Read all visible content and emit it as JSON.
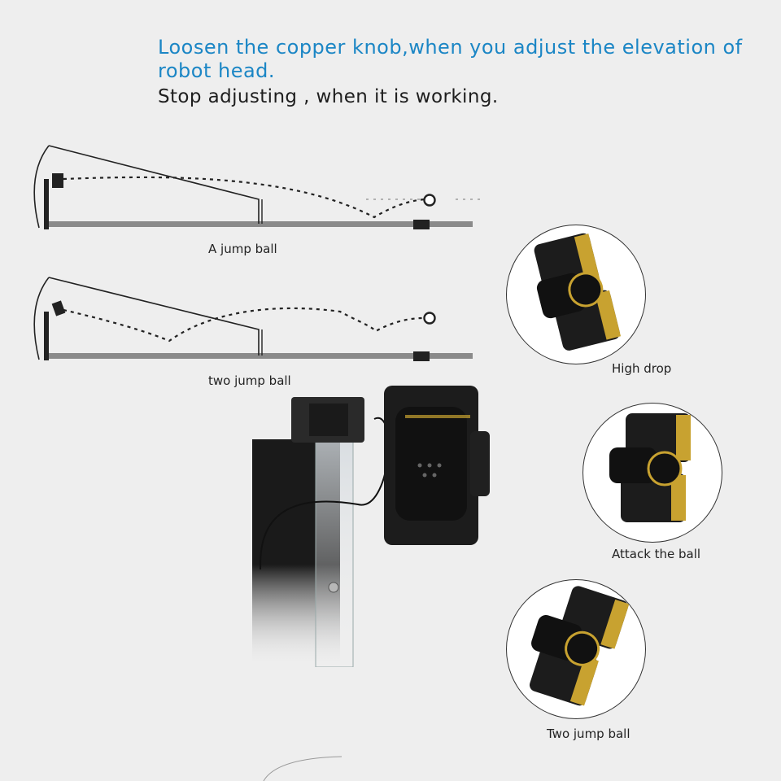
{
  "header": {
    "instruction": "Loosen the copper knob,when you adjust the elevation of robot head.",
    "warning": "Stop adjusting , when it is working."
  },
  "diagrams": [
    {
      "caption": "A jump ball"
    },
    {
      "caption": "two jump ball"
    }
  ],
  "heads": [
    {
      "caption": "High drop"
    },
    {
      "caption": "Attack the ball"
    },
    {
      "caption": "Two jump ball"
    }
  ],
  "colors": {
    "headline": "#1b86c5",
    "table": "#8a8a8a",
    "head_body": "#1c1c1c",
    "head_accent": "#c8a230"
  }
}
